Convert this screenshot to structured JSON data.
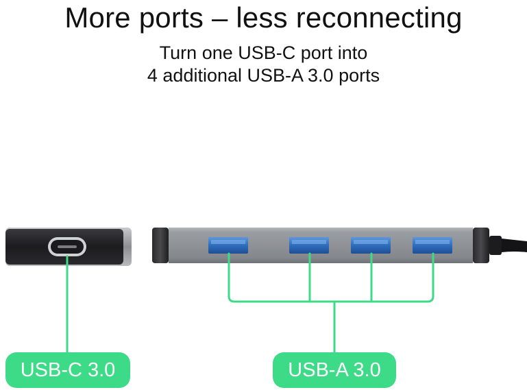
{
  "headline": "More ports – less reconnecting",
  "subheadline": {
    "line1": "Turn one USB-C port into",
    "line2": "4 additional USB-A 3.0 ports"
  },
  "labels": {
    "usb_c": "USB-C 3.0",
    "usb_a": "USB-A 3.0"
  },
  "colors": {
    "accent": "#3ddb87",
    "hub_body": "#8a8d92",
    "usb_c_body": "#1f1f22",
    "port_blue": "#2f6fc0"
  },
  "usb_a_port_count": 4
}
